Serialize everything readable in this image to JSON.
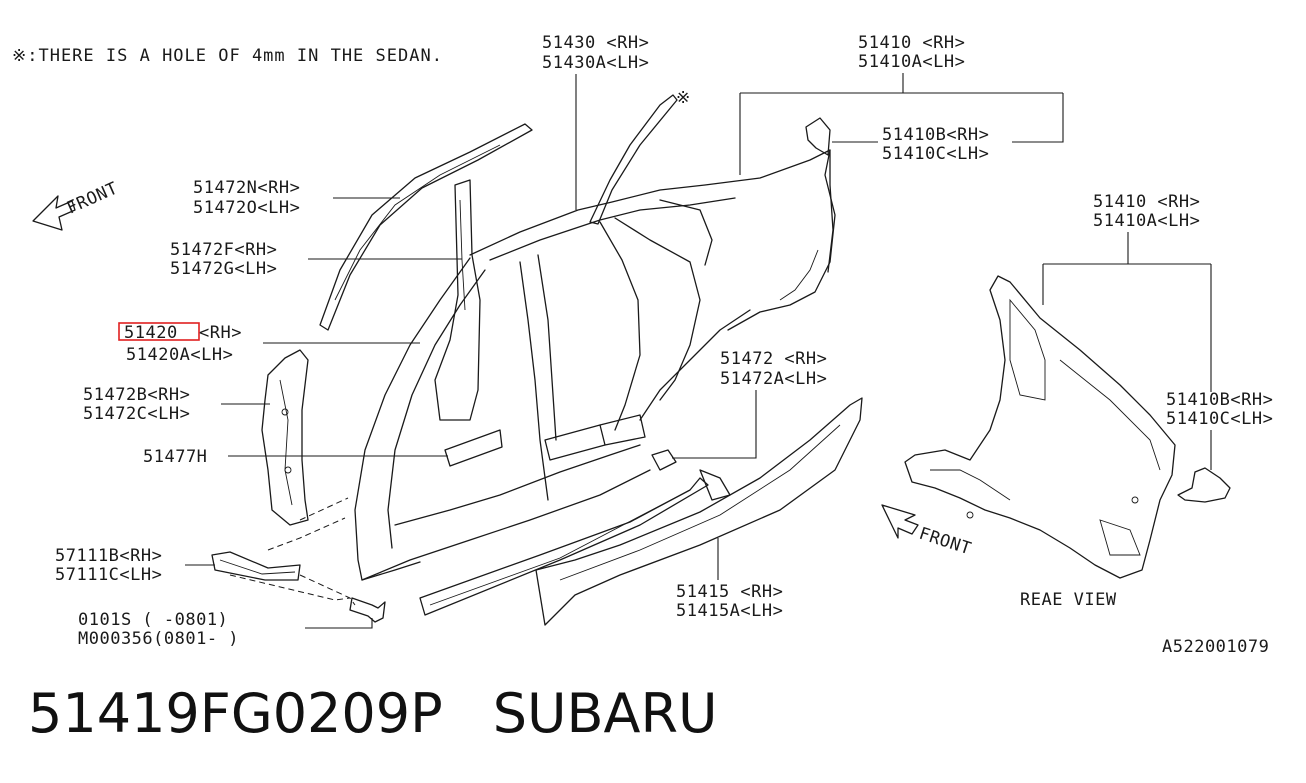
{
  "note": "※:THERE IS A HOLE OF 4mm IN THE SEDAN.",
  "front_label": "FRONT",
  "rear_view_label": "REAE VIEW",
  "diagram_id": "A522001079",
  "note_mark": "※",
  "parts": {
    "p51430": [
      "51430 <RH>",
      "51430A<LH>"
    ],
    "p51410_top": [
      "51410 <RH>",
      "51410A<LH>"
    ],
    "p51410b_top": [
      "51410B<RH>",
      "51410C<LH>"
    ],
    "p51472n": [
      "51472N<RH>",
      "51472O<LH>"
    ],
    "p51472f": [
      "51472F<RH>",
      "51472G<LH>"
    ],
    "p51420_code": "51420",
    "p51420_rh": " <RH>",
    "p51420_lh": "51420A<LH>",
    "p51472b": [
      "51472B<RH>",
      "51472C<LH>"
    ],
    "p51477h": "51477H",
    "p57111b": [
      "57111B<RH>",
      "57111C<LH>"
    ],
    "p0101s": [
      "0101S   (   -0801)",
      "M000356(0801-   )"
    ],
    "p51472": [
      "51472 <RH>",
      "51472A<LH>"
    ],
    "p51415": [
      "51415 <RH>",
      "51415A<LH>"
    ],
    "p51410_right": [
      "51410 <RH>",
      "51410A<LH>"
    ],
    "p51410b_right": [
      "51410B<RH>",
      "51410C<LH>"
    ]
  },
  "highlight_color": "#e02020",
  "footer": {
    "part_number": "51419FG0209P",
    "brand": "SUBARU"
  }
}
